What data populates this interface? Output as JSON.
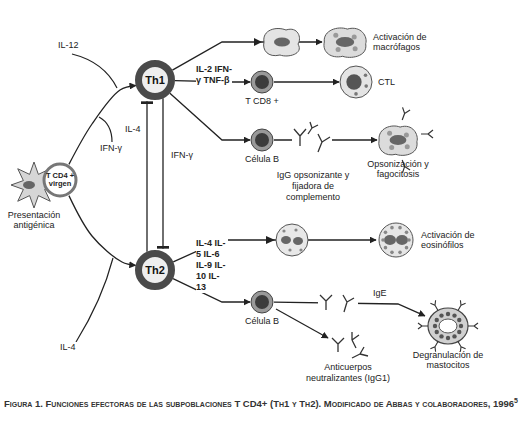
{
  "diagram": {
    "caption": "Figura 1. Funciones efectoras de las subpoblaciones T CD4+ (Th1 y Th2). Modificado de Abbas y colaboradores, 1996",
    "nodes": [
      {
        "text": [
          "Presentación antigénica"
        ]
      },
      {
        "text": [
          "T CD4 + virgen"
        ]
      },
      {
        "text": [
          "Th1"
        ]
      },
      {
        "text": [
          "Th2"
        ]
      },
      {
        "text": [
          "Activación de macrófagos"
        ]
      },
      {
        "text": [
          "T CD8 +"
        ]
      },
      {
        "text": [
          "CTL"
        ]
      },
      {
        "text": [
          "Célula B"
        ]
      },
      {
        "text": [
          "Opsonización y fagocitosis"
        ]
      },
      {
        "text": [
          "Activación de eosinófilos"
        ]
      },
      {
        "text": [
          "Célula B"
        ]
      },
      {
        "text": [
          "Degranulación de mastocitos"
        ]
      }
    ],
    "edges": [
      {
        "from": 1,
        "to": 2,
        "arrow": "to"
      },
      {
        "from": 1,
        "to": 3,
        "arrow": "to"
      },
      {
        "from": 2,
        "to": 3,
        "label": "IFN-γ",
        "arrow": "to"
      },
      {
        "from": 3,
        "to": 2,
        "label": "IL-4",
        "arrow": "to"
      },
      {
        "from": 2,
        "to": 4,
        "arrow": "to"
      },
      {
        "from": 2,
        "to": 5,
        "arrow": "to"
      },
      {
        "from": 5,
        "to": 6,
        "arrow": "to"
      },
      {
        "from": 2,
        "to": 7,
        "arrow": "to"
      },
      {
        "from": 7,
        "to": 8,
        "arrow": "to"
      },
      {
        "from": 3,
        "to": 9,
        "arrow": "to"
      },
      {
        "from": 3,
        "to": 10,
        "arrow": "to"
      },
      {
        "from": 10,
        "to": 11,
        "label": "IgE",
        "arrow": "to"
      }
    ],
    "labels": [
      "IL-12",
      "IFN-γ",
      "IL-4",
      "IL-2 IFN-γ TNF-β",
      "IL-4 IL-5 IL-6 IL-9 IL-10 IL-13",
      "IgG opsonizante y fijadora de complemento",
      "Anticuerpos neutralizantes (IgG1)",
      "5"
    ]
  }
}
